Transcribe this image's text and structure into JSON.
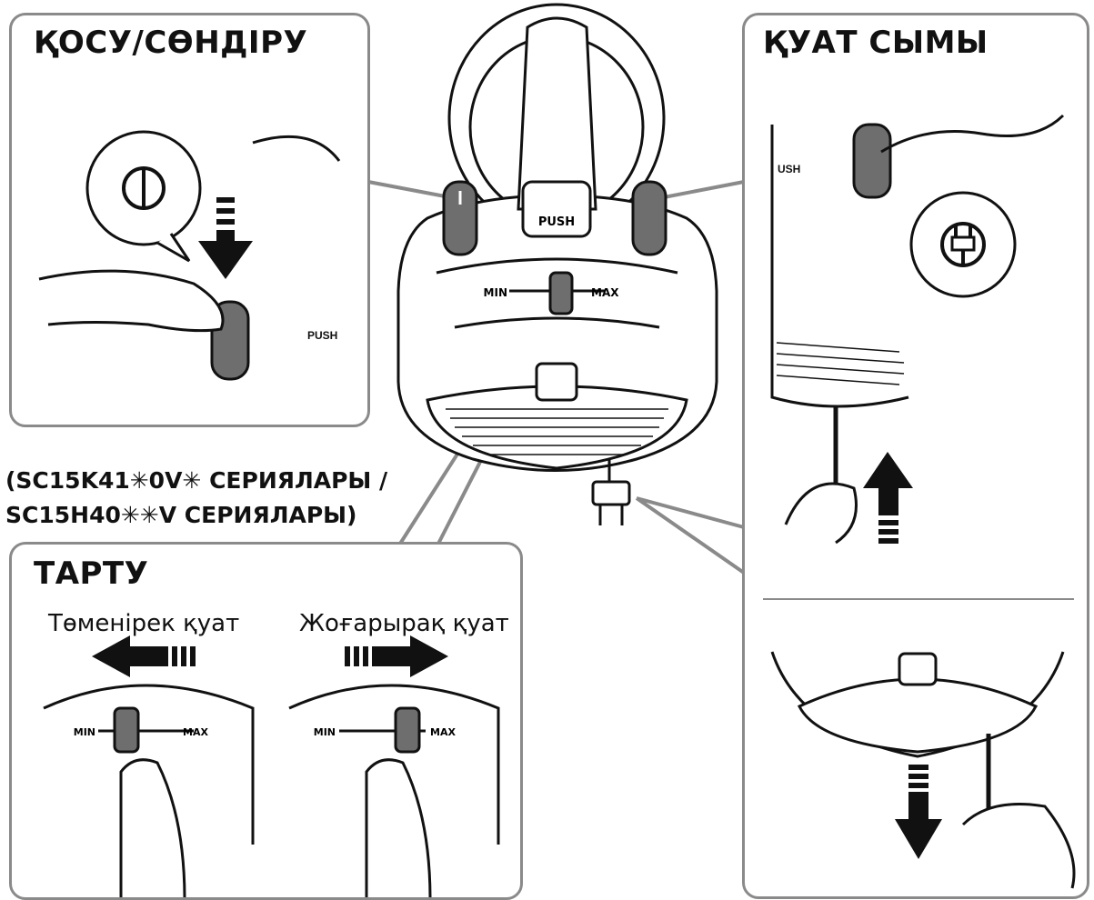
{
  "panels": {
    "power_switch": {
      "title": "ҚОСУ/СӨНДІРУ"
    },
    "power_cord": {
      "title": "ҚУАТ СЫМЫ"
    },
    "suction": {
      "title": "ТАРТУ",
      "lower_power": "Төменірек қуат",
      "higher_power": "Жоғарырақ қуат"
    }
  },
  "models_line1": "(SC15K41✳0V✳ СЕРИЯЛАРЫ /",
  "models_line2": "SC15H40✳✳V СЕРИЯЛАРЫ)",
  "device_labels": {
    "push": "PUSH",
    "push_partial_left": "PUSH",
    "push_partial_right": "USH",
    "min": "MIN",
    "max": "MAX"
  },
  "icons": {
    "power": "power-icon",
    "plug": "plug-icon",
    "arrow_down": "arrow-down-icon",
    "arrow_up": "arrow-up-icon",
    "arrow_left": "arrow-left-icon",
    "arrow_right": "arrow-right-icon"
  },
  "colors": {
    "panel_border": "#8a8a8a",
    "button_fill": "#6e6e6e",
    "arrow": "#111111"
  }
}
